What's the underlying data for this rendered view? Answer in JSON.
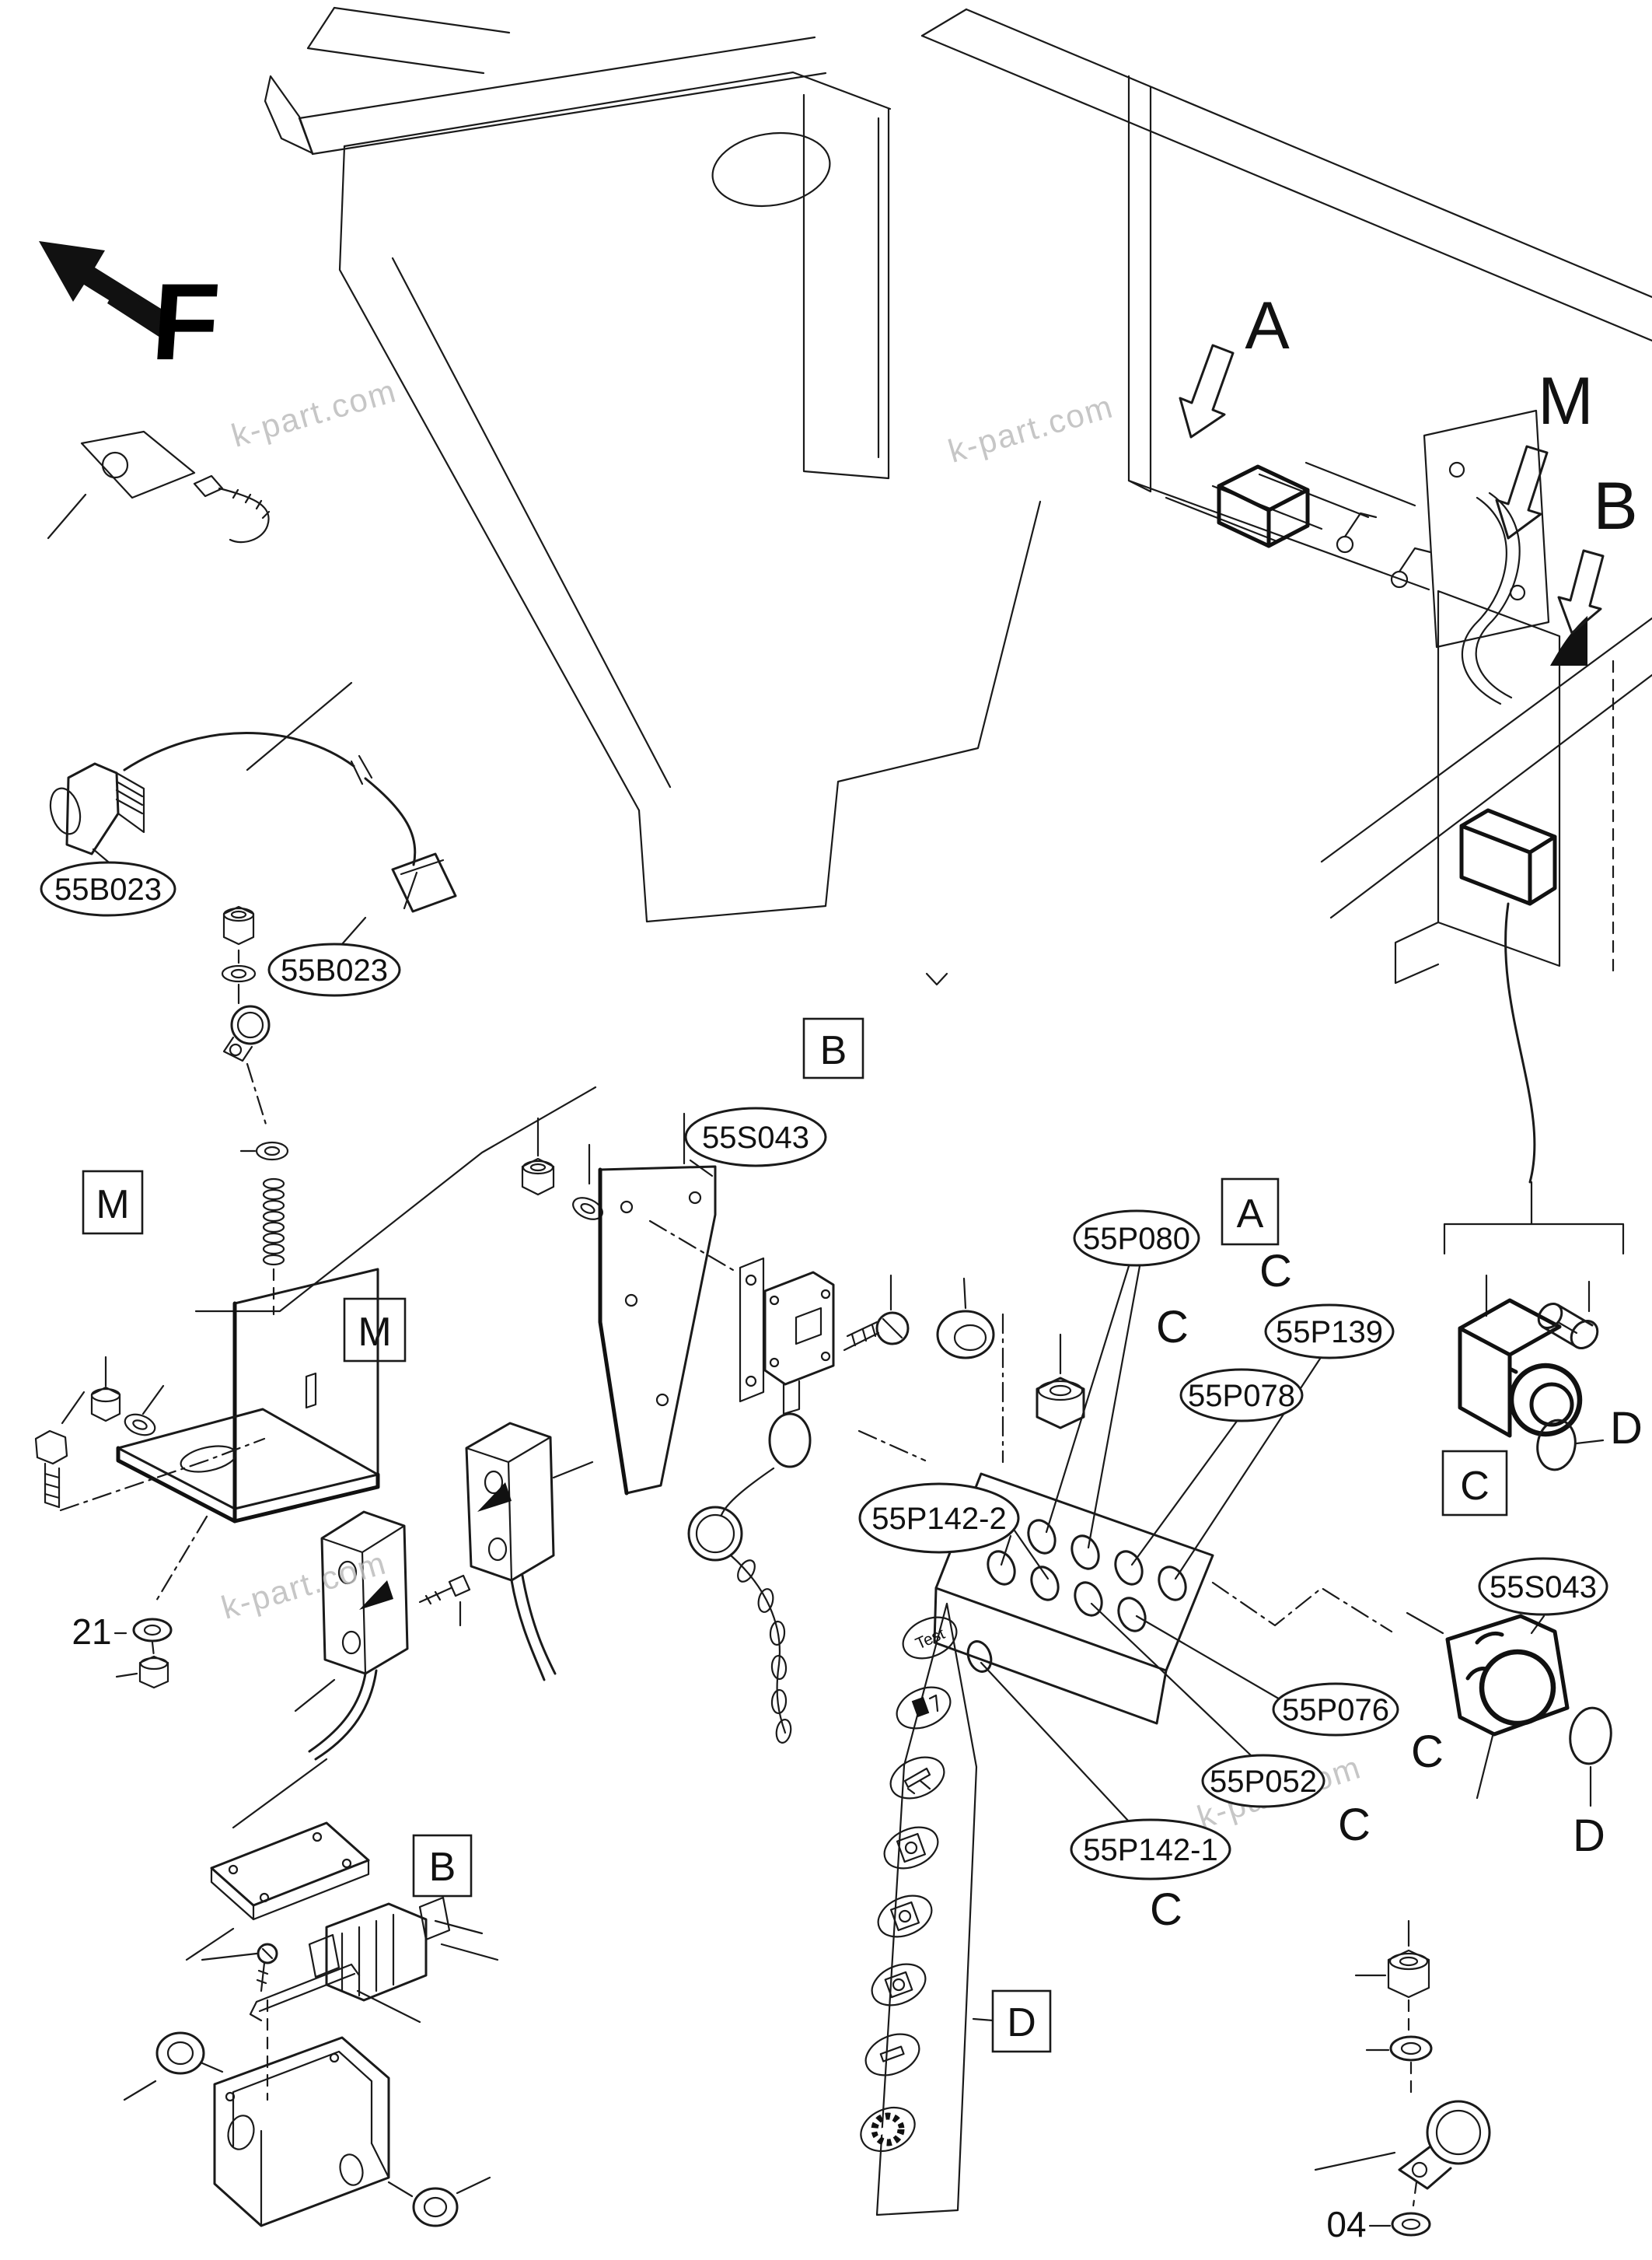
{
  "diagram": {
    "watermark": {
      "text": "k-part.com"
    },
    "view_letters": {
      "front": "F",
      "a": "A",
      "m": "M",
      "b": "B"
    },
    "boxed_letters": {
      "b_top": "B",
      "m_left": "M",
      "m_mid": "M",
      "a": "A",
      "c": "C",
      "b_bottom": "B",
      "d": "D"
    },
    "detail_letters": {
      "c_1": "C",
      "c_2": "C",
      "c_3": "C",
      "c_4": "C",
      "c_5": "C",
      "d_1": "D",
      "d_2": "D"
    },
    "part_labels": {
      "sensor_left": "55B023",
      "sensor_right": "55B023",
      "switch_bracket": "55S043",
      "socket_right": "55S043",
      "p080": "55P080",
      "p139": "55P139",
      "p078": "55P078",
      "p142_2": "55P142-2",
      "p076": "55P076",
      "p052": "55P052",
      "p142_1": "55P142-1"
    },
    "item_numbers": {
      "washer_21": "21",
      "washer_04": "04"
    },
    "panel_icons": {
      "test": "Test"
    }
  }
}
